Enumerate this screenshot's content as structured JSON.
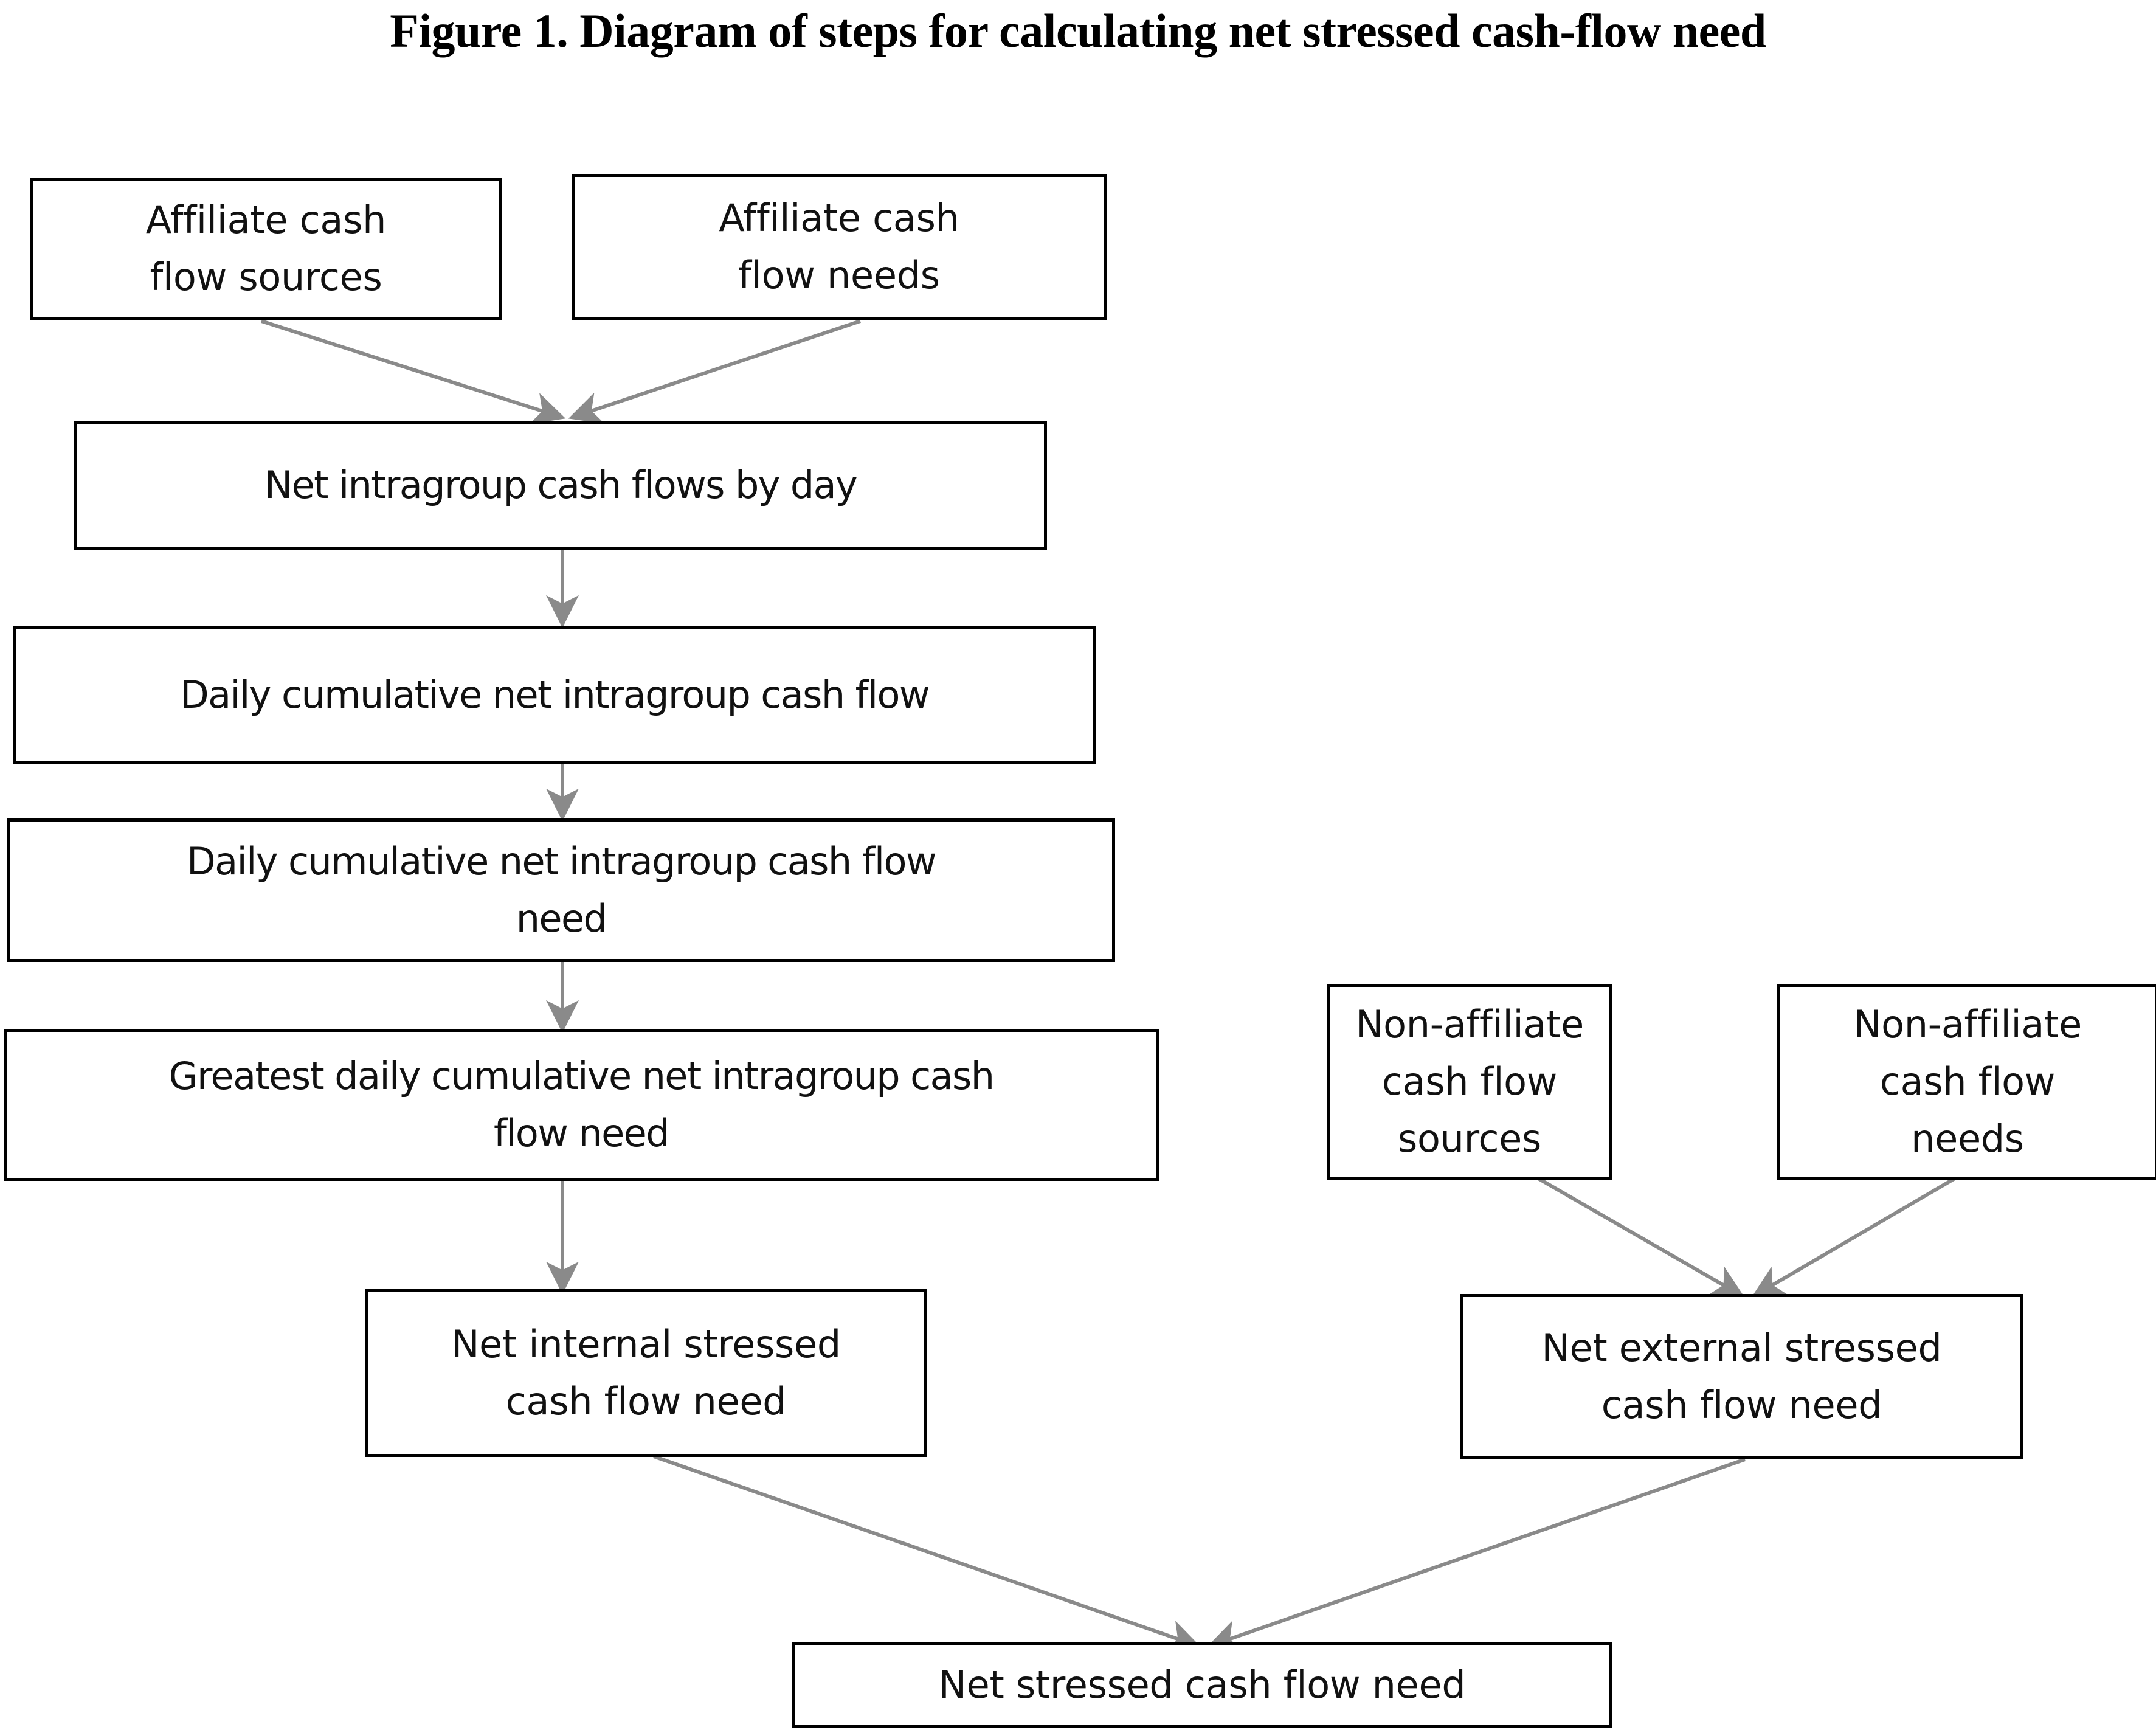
{
  "figure": {
    "title": "Figure 1.  Diagram of steps for calculating net stressed cash-flow need",
    "nodes": {
      "affiliate_sources": "Affiliate  cash\nflow sources",
      "affiliate_needs": "Affiliate cash\nflow needs",
      "net_intragroup_by_day": "Net intragroup cash flows by day",
      "daily_cumulative_flow": "Daily cumulative net intragroup cash flow",
      "daily_cumulative_need": "Daily cumulative net intragroup cash flow\nneed",
      "greatest_daily_need": "Greatest daily cumulative net intragroup cash\nflow need",
      "non_affiliate_sources": "Non-affiliate\ncash flow\nsources",
      "non_affiliate_needs": "Non-affiliate\ncash flow\nneeds",
      "net_internal": "Net internal stressed\ncash flow need",
      "net_external": "Net external stressed\ncash flow need",
      "net_stressed": "Net stressed cash flow need"
    },
    "colors": {
      "stroke": "#000000",
      "arrow": "#808080",
      "background": "#ffffff",
      "text": "#111111"
    }
  },
  "chart_data": {
    "type": "diagram",
    "title": "Figure 1.  Diagram of steps for calculating net stressed cash-flow need",
    "nodes": [
      {
        "id": "affiliate_sources",
        "label": "Affiliate  cash flow sources"
      },
      {
        "id": "affiliate_needs",
        "label": "Affiliate cash flow needs"
      },
      {
        "id": "net_intragroup_by_day",
        "label": "Net intragroup cash flows by day"
      },
      {
        "id": "daily_cumulative_flow",
        "label": "Daily cumulative net intragroup cash flow"
      },
      {
        "id": "daily_cumulative_need",
        "label": "Daily cumulative net intragroup cash flow need"
      },
      {
        "id": "greatest_daily_need",
        "label": "Greatest daily cumulative net intragroup cash flow need"
      },
      {
        "id": "non_affiliate_sources",
        "label": "Non-affiliate cash flow sources"
      },
      {
        "id": "non_affiliate_needs",
        "label": "Non-affiliate cash flow needs"
      },
      {
        "id": "net_internal",
        "label": "Net internal stressed cash flow need"
      },
      {
        "id": "net_external",
        "label": "Net external stressed cash flow need"
      },
      {
        "id": "net_stressed",
        "label": "Net stressed cash flow need"
      }
    ],
    "edges": [
      {
        "from": "affiliate_sources",
        "to": "net_intragroup_by_day"
      },
      {
        "from": "affiliate_needs",
        "to": "net_intragroup_by_day"
      },
      {
        "from": "net_intragroup_by_day",
        "to": "daily_cumulative_flow"
      },
      {
        "from": "daily_cumulative_flow",
        "to": "daily_cumulative_need"
      },
      {
        "from": "daily_cumulative_need",
        "to": "greatest_daily_need"
      },
      {
        "from": "greatest_daily_need",
        "to": "net_internal"
      },
      {
        "from": "non_affiliate_sources",
        "to": "net_external"
      },
      {
        "from": "non_affiliate_needs",
        "to": "net_external"
      },
      {
        "from": "net_internal",
        "to": "net_stressed"
      },
      {
        "from": "net_external",
        "to": "net_stressed"
      }
    ]
  }
}
